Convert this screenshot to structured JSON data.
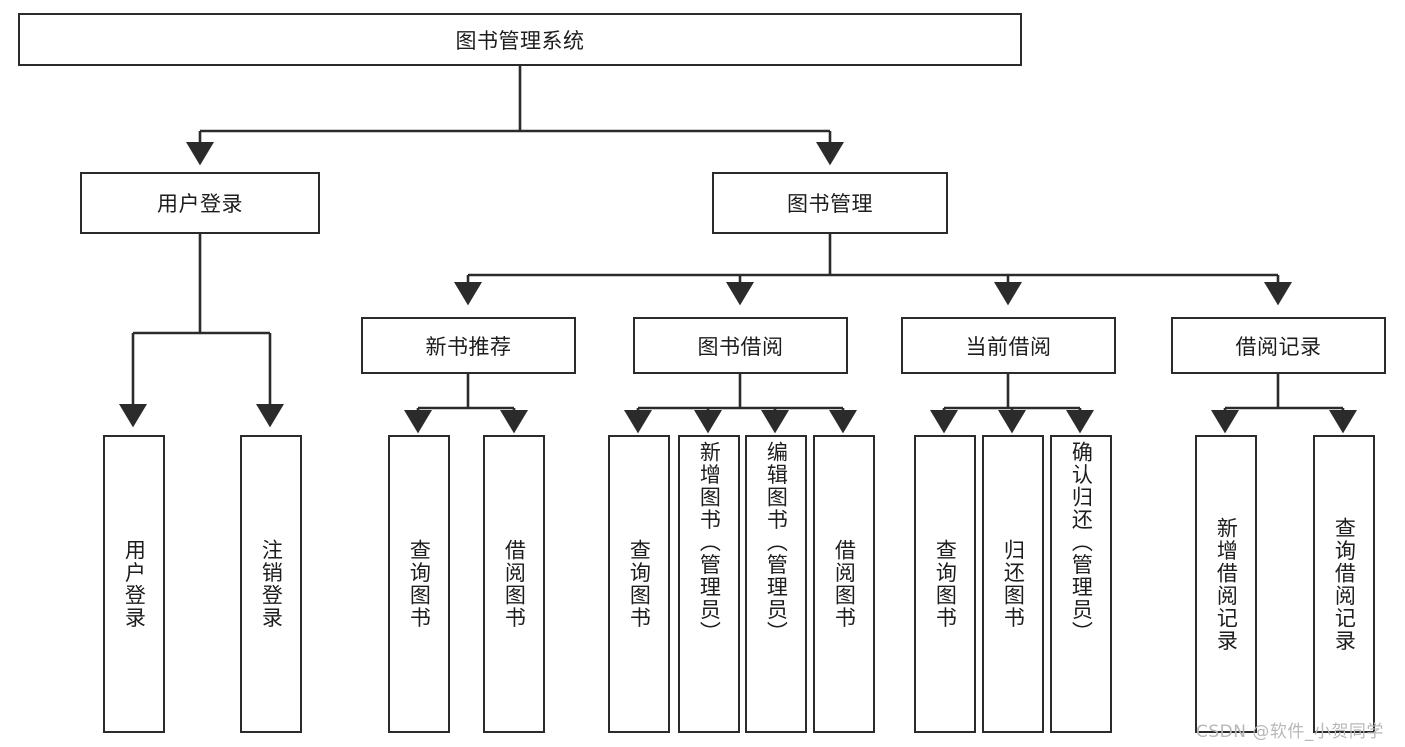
{
  "diagram": {
    "type": "hierarchy-tree",
    "title": "图书管理系统",
    "root": {
      "id": "root",
      "label": "图书管理系统"
    },
    "level2": [
      {
        "id": "user-login",
        "label": "用户登录"
      },
      {
        "id": "book-manage",
        "label": "图书管理"
      }
    ],
    "level3": [
      {
        "id": "new-book-recommend",
        "label": "新书推荐",
        "parent": "book-manage"
      },
      {
        "id": "book-borrow",
        "label": "图书借阅",
        "parent": "book-manage"
      },
      {
        "id": "current-borrow",
        "label": "当前借阅",
        "parent": "book-manage"
      },
      {
        "id": "borrow-record",
        "label": "借阅记录",
        "parent": "book-manage"
      }
    ],
    "leaves": [
      {
        "id": "leaf-user-login",
        "label": "用户登录",
        "parent": "user-login"
      },
      {
        "id": "leaf-logout",
        "label": "注销登录",
        "parent": "user-login"
      },
      {
        "id": "leaf-query-book-1",
        "label": "查询图书",
        "parent": "new-book-recommend"
      },
      {
        "id": "leaf-borrow-book-1",
        "label": "借阅图书",
        "parent": "new-book-recommend"
      },
      {
        "id": "leaf-query-book-2",
        "label": "查询图书",
        "parent": "book-borrow"
      },
      {
        "id": "leaf-add-book",
        "label": "新增图书（管理员）",
        "parent": "book-borrow"
      },
      {
        "id": "leaf-edit-book",
        "label": "编辑图书（管理员）",
        "parent": "book-borrow"
      },
      {
        "id": "leaf-borrow-book-2",
        "label": "借阅图书",
        "parent": "book-borrow"
      },
      {
        "id": "leaf-query-book-3",
        "label": "查询图书",
        "parent": "current-borrow"
      },
      {
        "id": "leaf-return-book",
        "label": "归还图书",
        "parent": "current-borrow"
      },
      {
        "id": "leaf-confirm-return",
        "label": "确认归还（管理员）",
        "parent": "current-borrow"
      },
      {
        "id": "leaf-add-record",
        "label": "新增借阅记录",
        "parent": "borrow-record"
      },
      {
        "id": "leaf-query-record",
        "label": "查询借阅记录",
        "parent": "borrow-record"
      }
    ]
  },
  "watermark": {
    "text": "CSDN @软件_小贺同学"
  },
  "colors": {
    "stroke": "#2b2b2b",
    "background": "#ffffff",
    "text": "#1d1d1d",
    "watermark": "#b8b8b8"
  }
}
